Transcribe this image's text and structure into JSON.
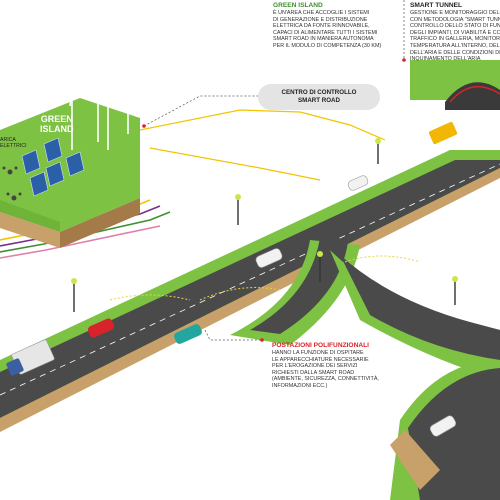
{
  "green_island": {
    "title": "GREEN ISLAND",
    "lines": [
      "È UN'AREA CHE ACCOGLIE I SISTEMI",
      "DI GENERAZIONE E DISTRIBUZIONE",
      "ELETTRICA DA FONTE RINNOVABILE,",
      "CAPACI DI ALIMENTARE TUTTI I SISTEMI",
      "SMART ROAD IN MANIERA AUTONOMA",
      "PER IL MODULO DI COMPETENZA (30 KM)"
    ]
  },
  "smart_tunnel": {
    "title": "SMART TUNNEL",
    "lines": [
      "GESTIONE E MONITORAGGIO DELLE GALLERIE",
      "CON METODOLOGIA \"SMART TUNNEL\":",
      "CONTROLLO DELLO STATO DI FUNZIONAMENTO",
      "DEGLI IMPIANTI, DI VIABILITÀ E CONDIZIONI DI",
      "TRAFFICO IN GALLERIA, MONITORAGGIO",
      "TEMPERATURA ALL'INTERNO, DELLA VISIBILITÀ",
      "DELL'ARIA E DELLE CONDIZIONI DI VISIBILITÀ",
      "INQUINAMENTO DELL'ARIA"
    ]
  },
  "control_center": {
    "line1": "CENTRO DI CONTROLLO",
    "line2": "SMART ROAD"
  },
  "island_label": {
    "line1": "GREEN",
    "line2": "ISLAND"
  },
  "cut_label": {
    "line1": "ARICA",
    "line2": "ELETTRICI"
  },
  "postazioni": {
    "title": "POSTAZIONI POLIFUNZIONALI",
    "lines": [
      "HANNO LA FUNZIONE DI OSPITARE",
      "LE APPARECCHIATURE NECESSARIE",
      "PER L'EROGAZIONE DEI SERVIZI",
      "RICHIESTI DALLA SMART ROAD",
      "(AMBIENTE, SICUREZZA, CONNETTIVITÀ,",
      "INFORMAZIONI ECC.)"
    ]
  },
  "colors": {
    "grass": "#7dc242",
    "grass_dark": "#5aa02c",
    "soil": "#c8a06a",
    "soil_dark": "#a47a48",
    "road": "#4a4a4a",
    "accent_red": "#d8232a",
    "accent_green": "#3f8f2f",
    "cable_yellow": "#f2c500",
    "cable_purple": "#7a2f8f"
  }
}
